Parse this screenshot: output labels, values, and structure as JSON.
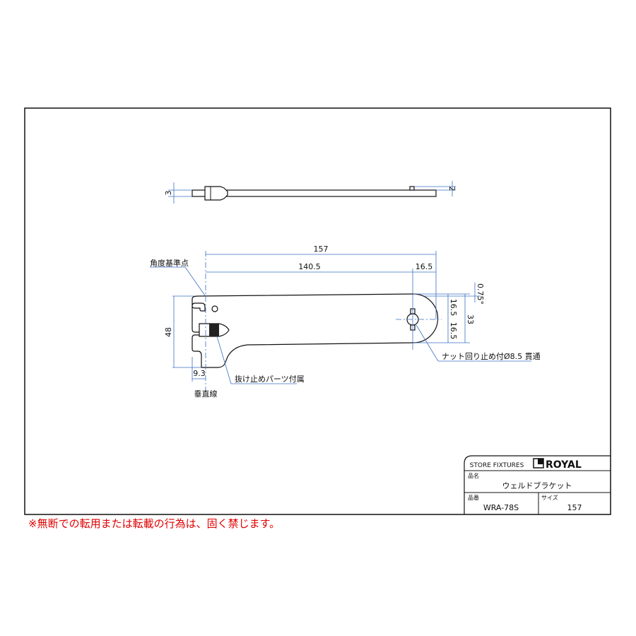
{
  "title_block": {
    "header": "STORE FIXTURES",
    "brand": "ROYAL",
    "name_label": "品名",
    "name_value": "ウェルドブラケット",
    "part_no_label": "品番",
    "part_no_value": "WRA-78S",
    "size_label": "サイズ",
    "size_value": "157"
  },
  "dimensions": {
    "top_thickness": "3",
    "tab_height": "2",
    "overall_length": "157",
    "hole_position": "140.5",
    "hole_to_end": "16.5",
    "angle": "0.75°",
    "half_height_upper": "16.5",
    "half_height_lower": "16.5",
    "end_height": "33",
    "height": "48",
    "hook_offset": "9.3"
  },
  "annotations": {
    "angle_reference": "角度基準点",
    "stopper": "抜け止めパーツ付属",
    "vertical_line": "垂直線",
    "hole_note": "ナット回り止め付Ø8.5 貫通"
  },
  "notice": "※無断での転用または転載の行為は、固く禁じます。"
}
